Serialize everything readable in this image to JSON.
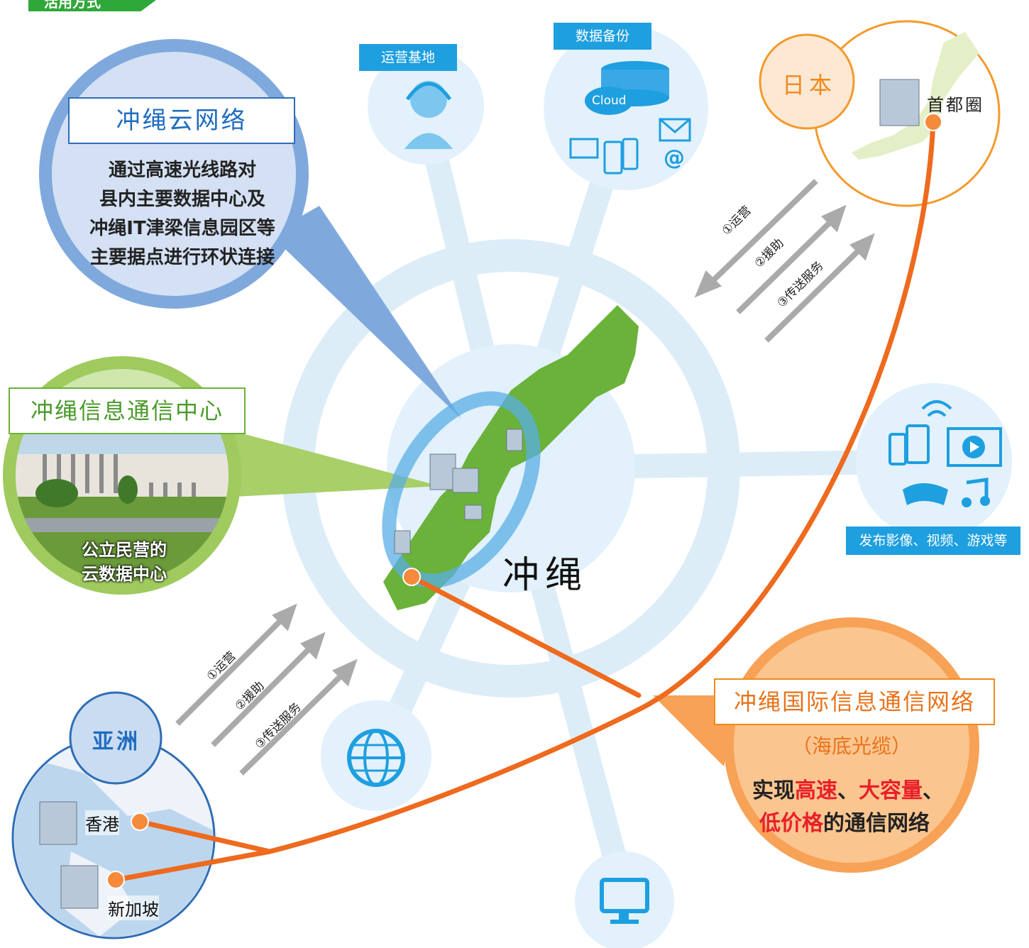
{
  "header_tag": "活用方式",
  "okinawa_cloud": {
    "title": "冲绳云网络",
    "lines": [
      "通过高速光线路对",
      "县内主要数据中心及",
      "冲绳IT津梁信息园区等",
      "主要据点进行环状连接"
    ]
  },
  "info_center": {
    "title": "冲绳信息通信中心",
    "caption_lines": [
      "公立民营的",
      "云数据中心"
    ]
  },
  "tags": {
    "ops_base": "运营基地",
    "data_backup": "数据备份",
    "distribution": "发布影像、视频、游戏等"
  },
  "cloud_label": "Cloud",
  "japan": {
    "label": "日本",
    "capital": "首都圈"
  },
  "asia": {
    "label": "亚洲",
    "hongkong": "香港",
    "singapore": "新加坡"
  },
  "center_label": "冲绳",
  "arrows_upper": [
    "①运营",
    "②援助",
    "③传送服务"
  ],
  "arrows_lower": [
    "①运营",
    "②援助",
    "③传送服务"
  ],
  "intl_network": {
    "title": "冲绳国际信息通信网络",
    "subtitle": "（海底光缆）",
    "line1_a": "实现",
    "line1_b": "高速",
    "line1_c": "、",
    "line1_d": "大容量",
    "line1_e": "、",
    "line2_a": "低价格",
    "line2_b": "的通信网络"
  },
  "colors": {
    "accent_green": "#2fa83a",
    "cable_orange": "#ee6a1e",
    "hub_blue": "#e2f1fb",
    "tag_blue": "#1e9fdf",
    "highlight_red": "#e8202a"
  }
}
